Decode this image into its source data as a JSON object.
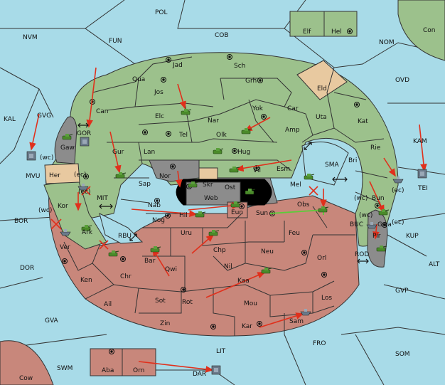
{
  "title": "",
  "colors": {
    "sea": "#a8dbe8",
    "green_power": "#9cc18c",
    "red_power": "#c8877b",
    "neutral_land": "#e8c9a0",
    "impassable": "#8c8c8c",
    "order_arrow": "#e0301c",
    "support_line": "#5ccc3a",
    "army_green": "#4a8a2a",
    "fleet_gray": "#6a7a8a"
  },
  "labels": {
    "POL": "POL",
    "NVM": "NVM",
    "FUN": "FUN",
    "COB": "COB",
    "NOM": "NOM",
    "Con": "Con",
    "KAL": "KAL",
    "OVD": "OVD",
    "KAM": "KAM",
    "TEI": "TEI",
    "MVU": "MVU",
    "BOR": "BOR",
    "DOR": "DOR",
    "GVA": "GVA",
    "SWM": "SWM",
    "LIT": "LIT",
    "FRO": "FRO",
    "SOM": "SOM",
    "GVP": "GVP",
    "ALT": "ALT",
    "KUP": "KUP",
    "BUC": "BUC",
    "ROD": "ROD",
    "SMA": "SMA",
    "MIT": "MIT",
    "RBU": "RBU",
    "GOR": "GOR",
    "GVG": "GVG",
    "Elf": "Elf",
    "Hel": "Hel",
    "Jad": "Jad",
    "Sch": "Sch",
    "Qua": "Qua",
    "Jos": "Jos",
    "Grh": "Grh",
    "Eld": "Eld",
    "Can": "Can",
    "Elc": "Elc",
    "Nar": "Nar",
    "Yok": "Yok",
    "Car": "Car",
    "Uta": "Uta",
    "Kat": "Kat",
    "Tel": "Tel",
    "Olk": "Olk",
    "Amp": "Amp",
    "Gur": "Gur",
    "Lan": "Lan",
    "Hug": "Hug",
    "Bri": "Bri",
    "Rie": "Rie",
    "Gaw": "Gaw",
    "Nor": "Nor",
    "Skr": "Skr",
    "Vil": "Vil",
    "Esm": "Esm",
    "Sap": "Sap",
    "Ost": "Ost",
    "Web": "Web",
    "Mel": "Mel",
    "Her": "Her",
    "Kor": "Kor",
    "Nab": "Nab",
    "Hil": "Hil",
    "Eun": "Eun",
    "Sun": "Sun",
    "Obs": "Obs",
    "Bun": "Bun",
    "Gwa": "Gwa",
    "Nog": "Nog",
    "Ark": "Ark",
    "Uru": "Uru",
    "Feu": "Feu",
    "Pir": "Pir",
    "Ver": "Ver",
    "Chp": "Chp",
    "Bar": "Bar",
    "Qwi": "Qwi",
    "Neu": "Neu",
    "Orl": "Orl",
    "Ken": "Ken",
    "Chr": "Chr",
    "Nil": "Nil",
    "Ail": "Ail",
    "Sot": "Sot",
    "Rot": "Rot",
    "Kaa": "Kaa",
    "Los": "Los",
    "Mou": "Mou",
    "Zin": "Zin",
    "Kar": "Kar",
    "Sam": "Sam",
    "Aba": "Aba",
    "Orn": "Orn",
    "DAR": "DAR",
    "Cow": "Cow",
    "wc1": "(wc)",
    "ec1": "(ec)",
    "ec2": "(ec)",
    "wc2": "(wc)",
    "ec3": "(ec)",
    "wc3": "(wc)",
    "wc4": "(wc)",
    "ec4": "(ec)"
  }
}
